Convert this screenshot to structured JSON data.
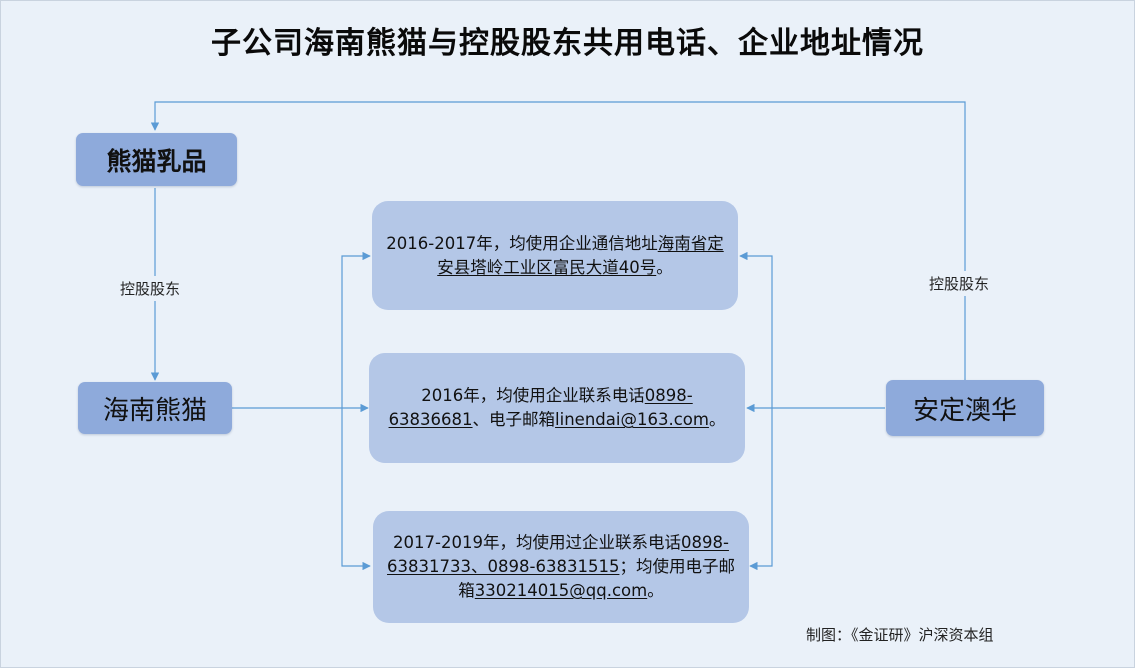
{
  "title": "子公司海南熊猫与控股股东共用电话、企业地址情况",
  "nodes": {
    "panda_dairy": "熊猫乳品",
    "hainan_panda": "海南熊猫",
    "anding_aohua": "安定澳华"
  },
  "edge_labels": {
    "left": "控股股东",
    "right": "控股股东"
  },
  "boxes": {
    "address": {
      "prefix": "2016-2017年，均使用企业通信地址",
      "underlined": "海南省定安县塔岭工业区富民大道40号",
      "suffix": "。"
    },
    "phone_2016": {
      "prefix": "2016年，均使用企业联系电话",
      "phone": "0898-63836681",
      "middle": "、电子邮箱",
      "email": "linendai@163.com",
      "suffix": "。"
    },
    "phone_2017": {
      "prefix": "2017-2019年，均使用过企业联系电话",
      "phones": "0898-63831733、0898-63831515",
      "middle": "；均使用电子邮箱",
      "email": "330214015@qq.com",
      "suffix": "。"
    }
  },
  "credit": "制图：《金证研》沪深资本组",
  "colors": {
    "background": "#eaf1f9",
    "node_fill": "#8eaadb",
    "box_fill": "#b4c7e7",
    "connector": "#5b9bd5"
  }
}
